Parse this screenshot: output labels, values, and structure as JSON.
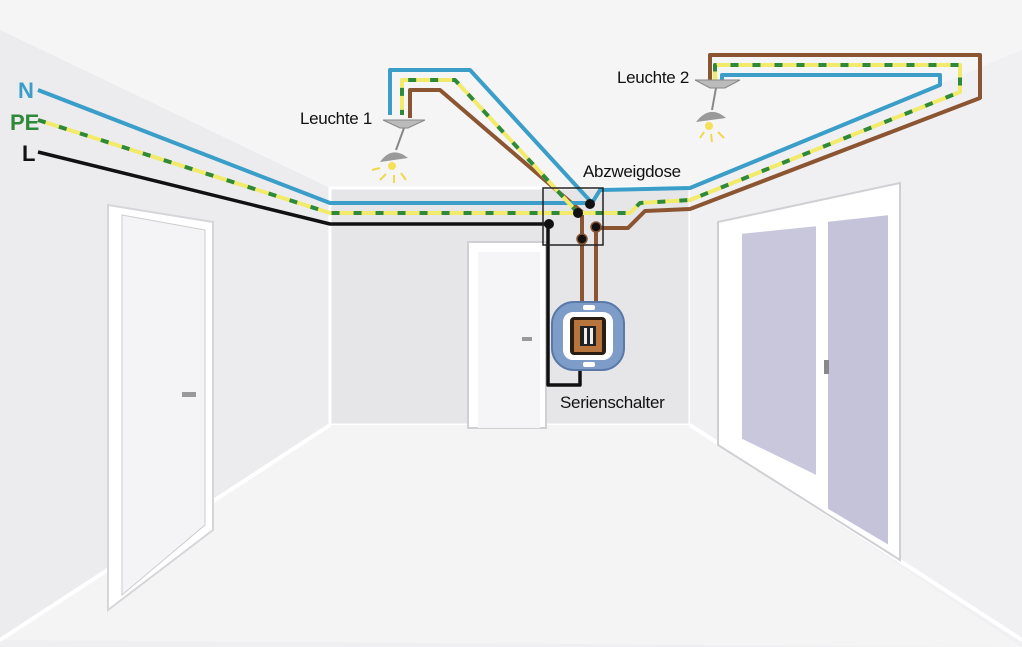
{
  "labels": {
    "n": "N",
    "pe": "PE",
    "l": "L",
    "leuchte1": "Leuchte 1",
    "leuchte2": "Leuchte 2",
    "abzweigdose": "Abzweigdose",
    "serienschalter": "Serienschalter"
  },
  "colors": {
    "neutral": "#3a9ec8",
    "pe_yellow": "#f1ea6a",
    "pe_green": "#2e8a3a",
    "line": "#111111",
    "switched": "#8a5530"
  }
}
